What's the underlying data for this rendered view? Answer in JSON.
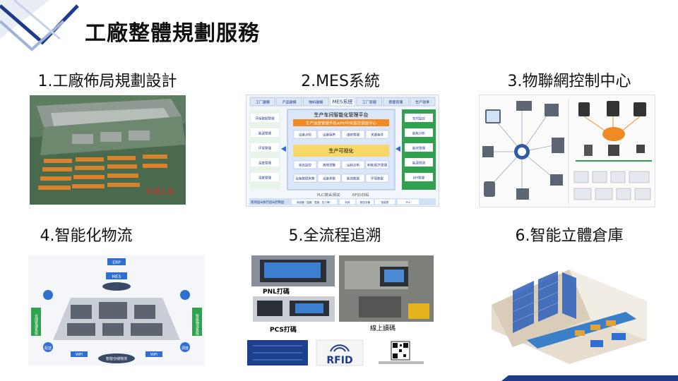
{
  "title": "工廠整體規劃服務",
  "sections": [
    {
      "title": "1.工廠佈局規劃設計",
      "image_label": "料箱立库"
    },
    {
      "title": "2.MES系統",
      "mes": {
        "top_tabs": [
          "工厂建模",
          "产品建模",
          "物料建模",
          "MES系统",
          "工厂管理",
          "质量管理",
          "生产效率"
        ],
        "center_title": "生产车间智能化管理平台",
        "center_sub": "生产运营管理手机APP/中央监控调度中心",
        "row1": [
          "设备点检",
          "设备保养",
          "维修管理",
          "关键备件"
        ],
        "center_mid": "生产可视化",
        "row2": [
          "状态监控",
          "故障预警",
          "远程诊断",
          "参数/配方管理"
        ],
        "row3": [
          "设备数据采集",
          "设备参数",
          "能效数据",
          "环境数据"
        ],
        "left": [
          "环保数据管理",
          "能源管理",
          "环境管理",
          "温度管理",
          "湿度管理"
        ],
        "right": [
          "实时监控",
          "能耗分析",
          "能效管理",
          "能源预测",
          "KPI管理"
        ],
        "bottom_notes": [
          "PLC/数采/网关",
          "RFID/扫码"
        ],
        "bottom_left": "现场层&执行层&控制层",
        "bottom_items": [
          "传感器（温度、湿度、压力等）",
          "机床",
          "数控设备",
          "智能表",
          "PLC"
        ]
      }
    },
    {
      "title": "3.物聯網控制中心"
    },
    {
      "title": "4.智能化物流",
      "logistics": {
        "top": "ERP",
        "top2": "MES",
        "wifi_left": "WiFi",
        "wifi_right": "WiFi",
        "left_box": "仓储管理系统",
        "right_box": "智能物流系统",
        "bottom": "智能仓储物流",
        "nodes": [
          "配送",
          "调度"
        ]
      }
    },
    {
      "title": "5.全流程追溯",
      "labels": [
        "PNL打碼",
        "PCS打碼",
        "線上讀碼",
        "RFID"
      ]
    },
    {
      "title": "6.智能立體倉庫"
    }
  ],
  "colors": {
    "accent": "#1f3a8a",
    "deco": "#1e3a8a",
    "deco_light": "#9fb3d9",
    "mes_blue": "#2f6fd1",
    "mes_green": "#3aa655"
  }
}
